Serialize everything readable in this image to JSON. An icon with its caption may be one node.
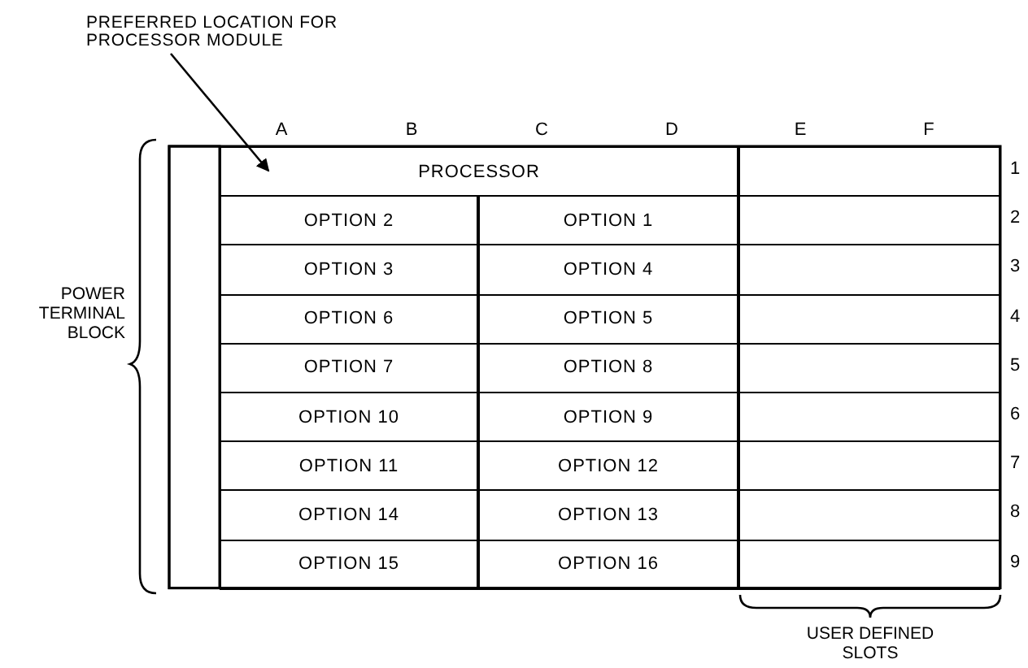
{
  "diagram": {
    "nodes": [
      {
        "text": [
          "PREFERRED LOCATION FOR PROCESSOR MODULE"
        ]
      },
      {
        "text": [
          "PROCESSOR"
        ]
      },
      {
        "text": [],
        "shape": "box"
      },
      {
        "text": [
          "OPTION 2"
        ]
      },
      {
        "text": [
          "OPTION 1"
        ]
      },
      {
        "text": [],
        "shape": "box"
      },
      {
        "text": [
          "OPTION 3"
        ]
      },
      {
        "text": [
          "OPTION 4"
        ]
      },
      {
        "text": [],
        "shape": "box"
      },
      {
        "text": [
          "OPTION 6"
        ]
      },
      {
        "text": [
          "OPTION 5"
        ]
      },
      {
        "text": [],
        "shape": "box"
      },
      {
        "text": [
          "OPTION 7"
        ]
      },
      {
        "text": [
          "OPTION 8"
        ]
      },
      {
        "text": [],
        "shape": "box"
      },
      {
        "text": [
          "OPTION 10"
        ]
      },
      {
        "text": [
          "OPTION 9"
        ]
      },
      {
        "text": [],
        "shape": "box"
      },
      {
        "text": [
          "OPTION 11"
        ]
      },
      {
        "text": [
          "OPTION 12"
        ]
      },
      {
        "text": [],
        "shape": "box"
      },
      {
        "text": [
          "OPTION 14"
        ]
      },
      {
        "text": [
          "OPTION 13"
        ]
      },
      {
        "text": [],
        "shape": "box"
      },
      {
        "text": [
          "OPTION 15"
        ]
      },
      {
        "text": [
          "OPTION 16"
        ]
      },
      {
        "text": [],
        "shape": "box"
      }
    ],
    "edges": [
      {
        "from": 0,
        "to": 1,
        "arrow": "to"
      }
    ],
    "labels": [
      "A",
      "B",
      "C",
      "D",
      "E",
      "F",
      "1",
      "2",
      "3",
      "4",
      "5",
      "6",
      "7",
      "8",
      "9",
      "POWER TERMINAL BLOCK",
      "USER DEFINED SLOTS"
    ]
  }
}
